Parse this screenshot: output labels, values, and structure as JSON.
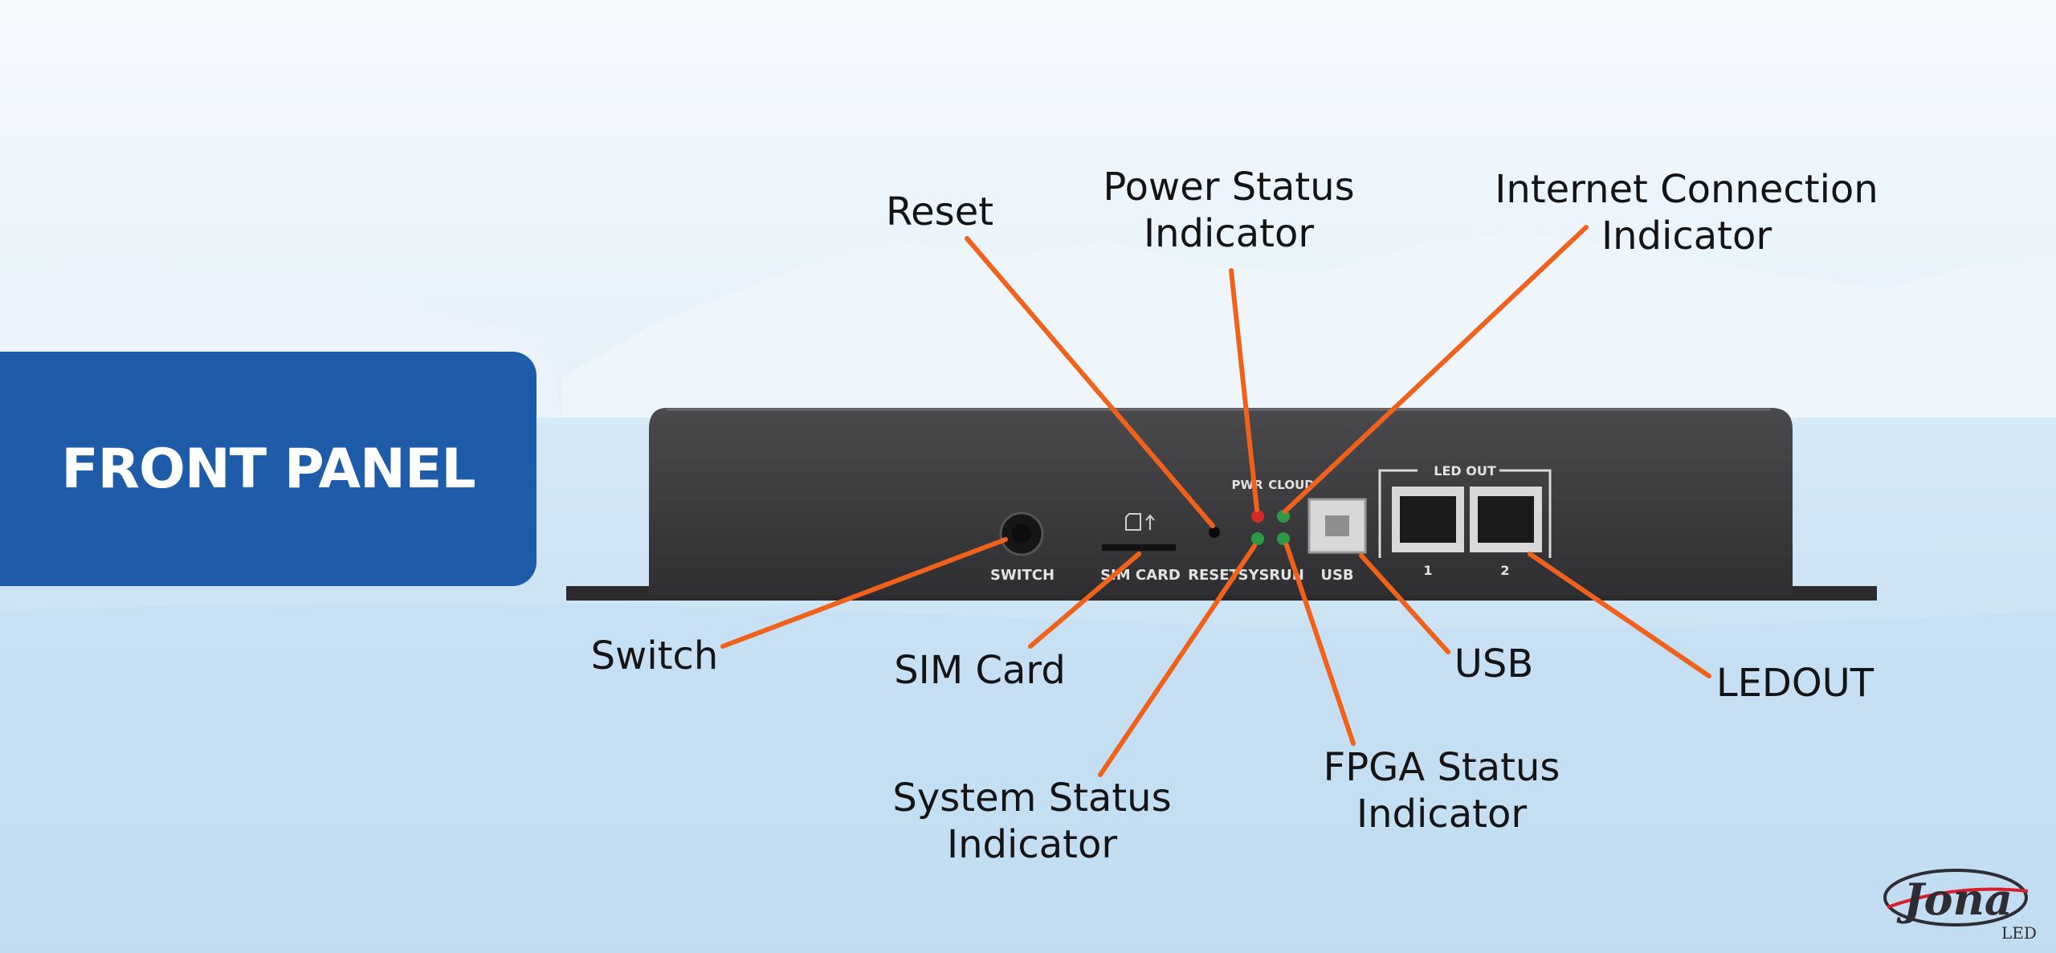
{
  "title": "FRONT PANEL",
  "device": {
    "silkscreen": {
      "switch": "SWITCH",
      "sim_card": "SIM CARD",
      "reset": "RESET",
      "sys": "SYS",
      "run": "RUN",
      "pwr": "PWR",
      "cloud": "CLOUD",
      "usb": "USB",
      "led_out": "LED OUT",
      "port_1": "1",
      "port_2": "2"
    }
  },
  "callouts": {
    "reset": [
      "Reset"
    ],
    "power_status": [
      "Power Status",
      "Indicator"
    ],
    "internet_connection": [
      "Internet Connection",
      "Indicator"
    ],
    "switch": [
      "Switch"
    ],
    "sim_card": [
      "SIM Card"
    ],
    "system_status": [
      "System Status",
      "Indicator"
    ],
    "fpga_status": [
      "FPGA Status",
      "Indicator"
    ],
    "usb": [
      "USB"
    ],
    "ledout": [
      "LEDOUT"
    ]
  },
  "logo": {
    "brand": "Jona",
    "sub": "LED"
  },
  "colors": {
    "title_bg": "#1e5ba8",
    "leader": "#f0621b",
    "device_body": "#3b3b3e",
    "led_red": "#d42a2a",
    "led_green": "#2e9a46"
  }
}
